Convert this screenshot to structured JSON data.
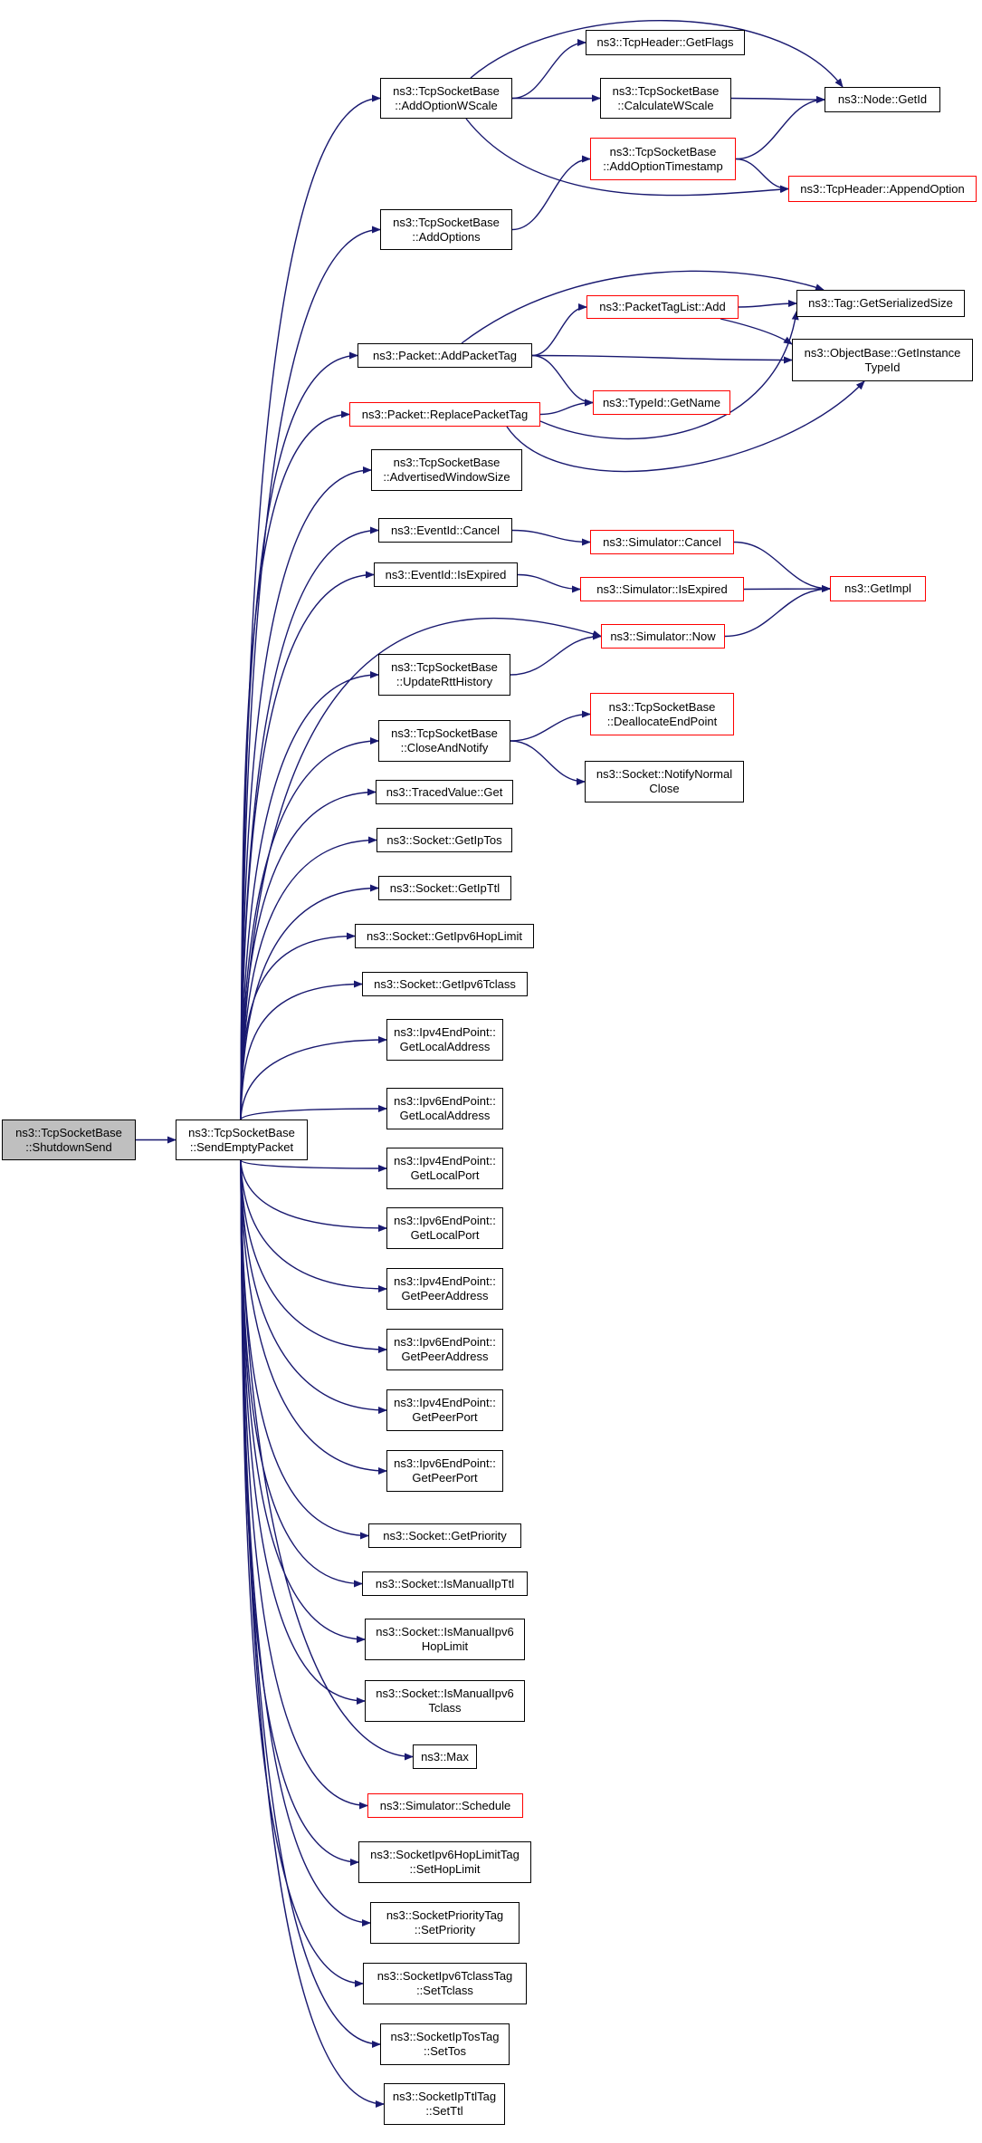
{
  "colors": {
    "edge": "#191970",
    "node_border": "#000000",
    "node_border_incomplete": "#ff0000",
    "root_fill": "#bfbfbf"
  },
  "nodes": [
    {
      "id": "shutdown",
      "lines": [
        "ns3::TcpSocketBase",
        "::ShutdownSend"
      ],
      "style": "root"
    },
    {
      "id": "sendempty",
      "lines": [
        "ns3::TcpSocketBase",
        "::SendEmptyPacket"
      ],
      "style": "normal"
    },
    {
      "id": "addoptwscale",
      "lines": [
        "ns3::TcpSocketBase",
        "::AddOptionWScale"
      ],
      "style": "normal"
    },
    {
      "id": "getflags",
      "lines": [
        "ns3::TcpHeader::GetFlags"
      ],
      "style": "normal"
    },
    {
      "id": "calcwscale",
      "lines": [
        "ns3::TcpSocketBase",
        "::CalculateWScale"
      ],
      "style": "normal"
    },
    {
      "id": "nodegetid",
      "lines": [
        "ns3::Node::GetId"
      ],
      "style": "normal"
    },
    {
      "id": "addopttimestamp",
      "lines": [
        "ns3::TcpSocketBase",
        "::AddOptionTimestamp"
      ],
      "style": "incomplete"
    },
    {
      "id": "appendoption",
      "lines": [
        "ns3::TcpHeader::AppendOption"
      ],
      "style": "incomplete"
    },
    {
      "id": "addoptions",
      "lines": [
        "ns3::TcpSocketBase",
        "::AddOptions"
      ],
      "style": "normal"
    },
    {
      "id": "packettaglistadd",
      "lines": [
        "ns3::PacketTagList::Add"
      ],
      "style": "incomplete"
    },
    {
      "id": "taggetserialized",
      "lines": [
        "ns3::Tag::GetSerializedSize"
      ],
      "style": "normal"
    },
    {
      "id": "addpackettag",
      "lines": [
        "ns3::Packet::AddPacketTag"
      ],
      "style": "normal"
    },
    {
      "id": "getinstancetypeid",
      "lines": [
        "ns3::ObjectBase::GetInstance",
        "TypeId"
      ],
      "style": "normal"
    },
    {
      "id": "typeidgetname",
      "lines": [
        "ns3::TypeId::GetName"
      ],
      "style": "incomplete"
    },
    {
      "id": "replacepackettag",
      "lines": [
        "ns3::Packet::ReplacePacketTag"
      ],
      "style": "incomplete"
    },
    {
      "id": "advwindow",
      "lines": [
        "ns3::TcpSocketBase",
        "::AdvertisedWindowSize"
      ],
      "style": "normal"
    },
    {
      "id": "eventcancel",
      "lines": [
        "ns3::EventId::Cancel"
      ],
      "style": "normal"
    },
    {
      "id": "simcancel",
      "lines": [
        "ns3::Simulator::Cancel"
      ],
      "style": "incomplete"
    },
    {
      "id": "eventisexpired",
      "lines": [
        "ns3::EventId::IsExpired"
      ],
      "style": "normal"
    },
    {
      "id": "simisexpired",
      "lines": [
        "ns3::Simulator::IsExpired"
      ],
      "style": "incomplete"
    },
    {
      "id": "getimpl",
      "lines": [
        "ns3::GetImpl"
      ],
      "style": "incomplete"
    },
    {
      "id": "simnow",
      "lines": [
        "ns3::Simulator::Now"
      ],
      "style": "incomplete"
    },
    {
      "id": "updatertt",
      "lines": [
        "ns3::TcpSocketBase",
        "::UpdateRttHistory"
      ],
      "style": "normal"
    },
    {
      "id": "deallocate",
      "lines": [
        "ns3::TcpSocketBase",
        "::DeallocateEndPoint"
      ],
      "style": "incomplete"
    },
    {
      "id": "closenotify",
      "lines": [
        "ns3::TcpSocketBase",
        "::CloseAndNotify"
      ],
      "style": "normal"
    },
    {
      "id": "notifynormalclose",
      "lines": [
        "ns3::Socket::NotifyNormal",
        "Close"
      ],
      "style": "normal"
    },
    {
      "id": "tracedget",
      "lines": [
        "ns3::TracedValue::Get"
      ],
      "style": "normal"
    },
    {
      "id": "getiptos",
      "lines": [
        "ns3::Socket::GetIpTos"
      ],
      "style": "normal"
    },
    {
      "id": "getipttl",
      "lines": [
        "ns3::Socket::GetIpTtl"
      ],
      "style": "normal"
    },
    {
      "id": "getipv6hoplimit",
      "lines": [
        "ns3::Socket::GetIpv6HopLimit"
      ],
      "style": "normal"
    },
    {
      "id": "getipv6tclass",
      "lines": [
        "ns3::Socket::GetIpv6Tclass"
      ],
      "style": "normal"
    },
    {
      "id": "ipv4getlocaladdr",
      "lines": [
        "ns3::Ipv4EndPoint::",
        "GetLocalAddress"
      ],
      "style": "normal"
    },
    {
      "id": "ipv6getlocaladdr",
      "lines": [
        "ns3::Ipv6EndPoint::",
        "GetLocalAddress"
      ],
      "style": "normal"
    },
    {
      "id": "ipv4getlocalport",
      "lines": [
        "ns3::Ipv4EndPoint::",
        "GetLocalPort"
      ],
      "style": "normal"
    },
    {
      "id": "ipv6getlocalport",
      "lines": [
        "ns3::Ipv6EndPoint::",
        "GetLocalPort"
      ],
      "style": "normal"
    },
    {
      "id": "ipv4getpeeraddr",
      "lines": [
        "ns3::Ipv4EndPoint::",
        "GetPeerAddress"
      ],
      "style": "normal"
    },
    {
      "id": "ipv6getpeeraddr",
      "lines": [
        "ns3::Ipv6EndPoint::",
        "GetPeerAddress"
      ],
      "style": "normal"
    },
    {
      "id": "ipv4getpeerport",
      "lines": [
        "ns3::Ipv4EndPoint::",
        "GetPeerPort"
      ],
      "style": "normal"
    },
    {
      "id": "ipv6getpeerport",
      "lines": [
        "ns3::Ipv6EndPoint::",
        "GetPeerPort"
      ],
      "style": "normal"
    },
    {
      "id": "getpriority",
      "lines": [
        "ns3::Socket::GetPriority"
      ],
      "style": "normal"
    },
    {
      "id": "ismanualipttl",
      "lines": [
        "ns3::Socket::IsManualIpTtl"
      ],
      "style": "normal"
    },
    {
      "id": "ismanualipv6hop",
      "lines": [
        "ns3::Socket::IsManualIpv6",
        "HopLimit"
      ],
      "style": "normal"
    },
    {
      "id": "ismanualipv6tclass",
      "lines": [
        "ns3::Socket::IsManualIpv6",
        "Tclass"
      ],
      "style": "normal"
    },
    {
      "id": "max",
      "lines": [
        "ns3::Max"
      ],
      "style": "normal"
    },
    {
      "id": "schedule",
      "lines": [
        "ns3::Simulator::Schedule"
      ],
      "style": "incomplete"
    },
    {
      "id": "sethoplimit",
      "lines": [
        "ns3::SocketIpv6HopLimitTag",
        "::SetHopLimit"
      ],
      "style": "normal"
    },
    {
      "id": "setpriority",
      "lines": [
        "ns3::SocketPriorityTag",
        "::SetPriority"
      ],
      "style": "normal"
    },
    {
      "id": "settclass",
      "lines": [
        "ns3::SocketIpv6TclassTag",
        "::SetTclass"
      ],
      "style": "normal"
    },
    {
      "id": "settos",
      "lines": [
        "ns3::SocketIpTosTag",
        "::SetTos"
      ],
      "style": "normal"
    },
    {
      "id": "setttl",
      "lines": [
        "ns3::SocketIpTtlTag",
        "::SetTtl"
      ],
      "style": "normal"
    }
  ],
  "edges": [
    [
      "shutdown",
      "sendempty"
    ],
    [
      "sendempty",
      "addoptwscale"
    ],
    [
      "sendempty",
      "addoptions"
    ],
    [
      "sendempty",
      "addpackettag"
    ],
    [
      "sendempty",
      "replacepackettag"
    ],
    [
      "sendempty",
      "advwindow"
    ],
    [
      "sendempty",
      "eventcancel"
    ],
    [
      "sendempty",
      "eventisexpired"
    ],
    [
      "sendempty",
      "simnow"
    ],
    [
      "sendempty",
      "updatertt"
    ],
    [
      "sendempty",
      "closenotify"
    ],
    [
      "sendempty",
      "tracedget"
    ],
    [
      "sendempty",
      "getiptos"
    ],
    [
      "sendempty",
      "getipttl"
    ],
    [
      "sendempty",
      "getipv6hoplimit"
    ],
    [
      "sendempty",
      "getipv6tclass"
    ],
    [
      "sendempty",
      "ipv4getlocaladdr"
    ],
    [
      "sendempty",
      "ipv6getlocaladdr"
    ],
    [
      "sendempty",
      "ipv4getlocalport"
    ],
    [
      "sendempty",
      "ipv6getlocalport"
    ],
    [
      "sendempty",
      "ipv4getpeeraddr"
    ],
    [
      "sendempty",
      "ipv6getpeeraddr"
    ],
    [
      "sendempty",
      "ipv4getpeerport"
    ],
    [
      "sendempty",
      "ipv6getpeerport"
    ],
    [
      "sendempty",
      "getpriority"
    ],
    [
      "sendempty",
      "ismanualipttl"
    ],
    [
      "sendempty",
      "ismanualipv6hop"
    ],
    [
      "sendempty",
      "ismanualipv6tclass"
    ],
    [
      "sendempty",
      "max"
    ],
    [
      "sendempty",
      "schedule"
    ],
    [
      "sendempty",
      "sethoplimit"
    ],
    [
      "sendempty",
      "setpriority"
    ],
    [
      "sendempty",
      "settclass"
    ],
    [
      "sendempty",
      "settos"
    ],
    [
      "sendempty",
      "setttl"
    ],
    [
      "addoptwscale",
      "getflags"
    ],
    [
      "addoptwscale",
      "calcwscale"
    ],
    [
      "addoptwscale",
      "nodegetid"
    ],
    [
      "addoptwscale",
      "appendoption"
    ],
    [
      "calcwscale",
      "nodegetid"
    ],
    [
      "addopttimestamp",
      "nodegetid"
    ],
    [
      "addopttimestamp",
      "appendoption"
    ],
    [
      "addoptions",
      "addopttimestamp"
    ],
    [
      "addpackettag",
      "packettaglistadd"
    ],
    [
      "addpackettag",
      "taggetserialized"
    ],
    [
      "addpackettag",
      "getinstancetypeid"
    ],
    [
      "addpackettag",
      "typeidgetname"
    ],
    [
      "packettaglistadd",
      "taggetserialized"
    ],
    [
      "packettaglistadd",
      "getinstancetypeid"
    ],
    [
      "replacepackettag",
      "typeidgetname"
    ],
    [
      "replacepackettag",
      "taggetserialized"
    ],
    [
      "replacepackettag",
      "getinstancetypeid"
    ],
    [
      "eventcancel",
      "simcancel"
    ],
    [
      "simcancel",
      "getimpl"
    ],
    [
      "eventisexpired",
      "simisexpired"
    ],
    [
      "simisexpired",
      "getimpl"
    ],
    [
      "simnow",
      "getimpl"
    ],
    [
      "updatertt",
      "simnow"
    ],
    [
      "closenotify",
      "deallocate"
    ],
    [
      "closenotify",
      "notifynormalclose"
    ]
  ]
}
